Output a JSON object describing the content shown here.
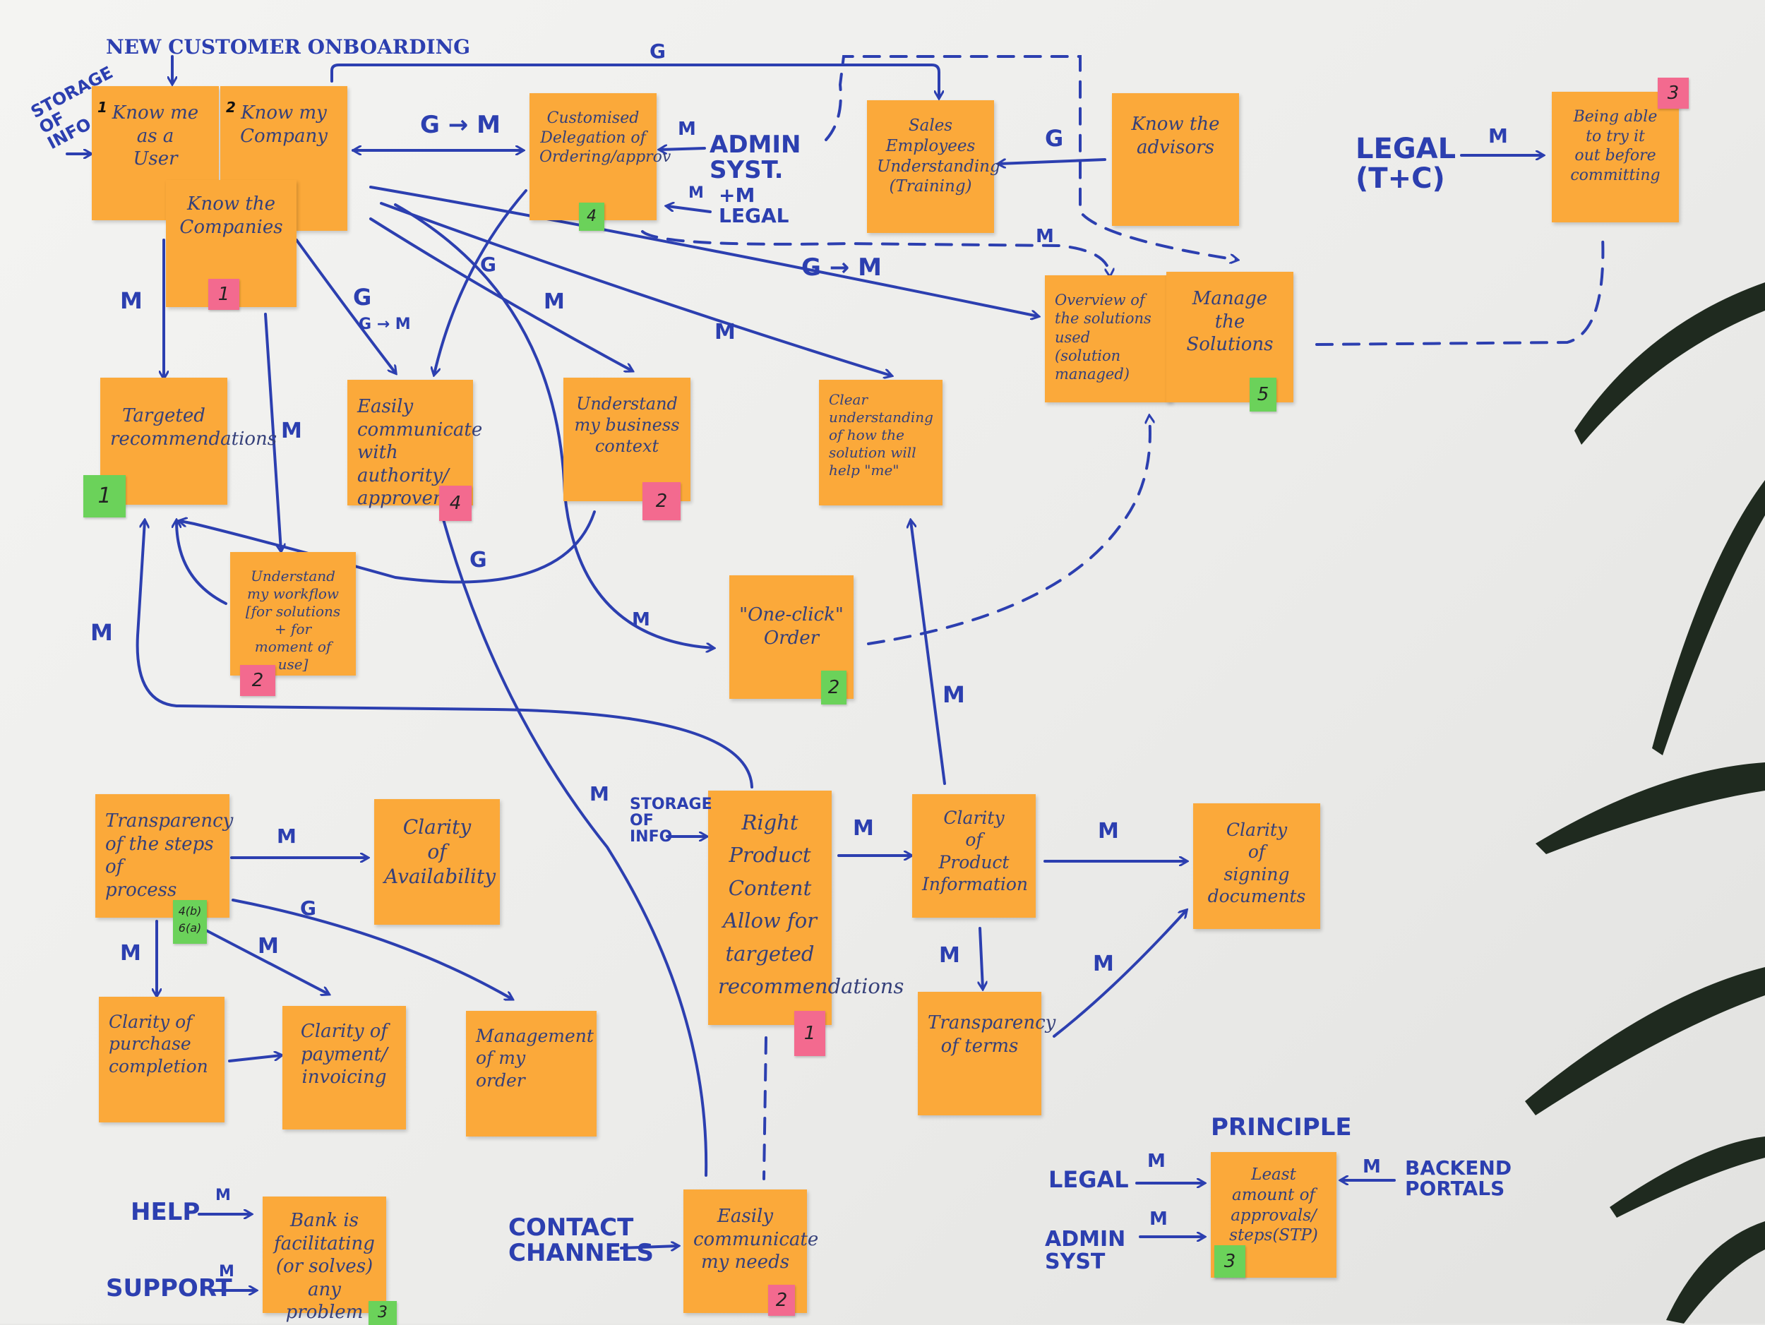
{
  "title": "NEW CUSTOMER ONBOARDING",
  "notes": {
    "know_user": {
      "text": "Know me\nas a\nUser",
      "index": "1"
    },
    "know_company": {
      "text": "Know my\nCompany",
      "index": "2"
    },
    "know_companies": {
      "text": "Know the\nCompanies",
      "badge": "1"
    },
    "customised_delegation": {
      "text": "Customised\nDelegation of\nOrdering/approv",
      "badge": "4"
    },
    "sales_employees": {
      "text": "Sales\nEmployees\nUnderstanding\n(Training)"
    },
    "know_advisors": {
      "text": "Know the\nadvisors"
    },
    "try_before": {
      "text": "Being able\nto try it\nout before\ncommitting",
      "badge": "3"
    },
    "overview_solutions": {
      "text": "Overview of\nthe solutions\nused\n(solution managed)"
    },
    "manage_solutions": {
      "text": "Manage\nthe\nSolutions",
      "badge": "5"
    },
    "targeted_reco": {
      "text": "Targeted\nrecommendations",
      "badge": "1"
    },
    "easily_communicate_auth": {
      "text": "Easily\ncommunicate\nwith authority/\napprovers",
      "badge": "4"
    },
    "understand_business": {
      "text": "Understand\nmy business\ncontext",
      "badge": "2"
    },
    "clear_understanding": {
      "text": "Clear\nunderstanding\nof how the\nsolution will\nhelp \"me\""
    },
    "understand_workflow": {
      "text": "Understand\nmy workflow\n[for solutions + for\nmoment of use]",
      "badge": "2"
    },
    "one_click": {
      "text": "\"One-click\"\nOrder",
      "badge": "2"
    },
    "transparency_steps": {
      "text": "Transparency\nof the steps of\nprocess",
      "badge": "4(b)\n6(a)"
    },
    "clarity_availability": {
      "text": "Clarity\nof\nAvailability"
    },
    "right_content": {
      "text": "Right\nProduct\nContent\nAllow for\ntargeted\nrecommendations",
      "badge": "1"
    },
    "clarity_product": {
      "text": "Clarity\nof\nProduct\nInformation"
    },
    "clarity_signing": {
      "text": "Clarity\nof\nsigning\ndocuments"
    },
    "clarity_purchase": {
      "text": "Clarity of\npurchase\ncompletion"
    },
    "clarity_payment": {
      "text": "Clarity of\npayment/\ninvoicing"
    },
    "management_order": {
      "text": "Management\nof my\norder"
    },
    "transparency_terms": {
      "text": "Transparency\nof terms"
    },
    "bank_facilitating": {
      "text": "Bank is\nfacilitating\n(or solves)\nany problem",
      "badge": "3"
    },
    "easily_communicate_needs": {
      "text": "Easily\ncommunicate\nmy needs",
      "badge": "2"
    },
    "least_approvals": {
      "text": "Least\namount of\napprovals/\nsteps(STP)",
      "badge": "3"
    }
  },
  "labels": {
    "storage_info_top": "STORAGE\nOF\nINFO",
    "admin_syst": "ADMIN\nSYST.",
    "m_legal": "+M\nLEGAL",
    "legal_tc": "LEGAL\n(T+C)",
    "storage_info_mid": "STORAGE\nOF\nINFO",
    "help": "HELP",
    "support": "SUPPORT",
    "contact_channels": "CONTACT\nCHANNELS",
    "principle": "PRINCIPLE",
    "legal_bottom": "LEGAL",
    "admin_syst_bottom": "ADMIN\nSYST",
    "backend_portals": "BACKEND\nPORTALS"
  },
  "edge_labels": [
    "G",
    "G → M",
    "M",
    "G",
    "M",
    "M",
    "G → M",
    "M",
    "M",
    "G",
    "G",
    "M",
    "M",
    "M",
    "M",
    "M",
    "M",
    "M",
    "G",
    "M",
    "M",
    "M",
    "M",
    "M",
    "M",
    "M",
    "M",
    "M",
    "M",
    "M",
    "G",
    "G → M",
    "M"
  ],
  "colors": {
    "note": "#fba93a",
    "ink": "#2c3fb0",
    "badge_pink": "#f36a8f",
    "badge_green": "#6bd25a",
    "plant": "#1f2a1f"
  }
}
